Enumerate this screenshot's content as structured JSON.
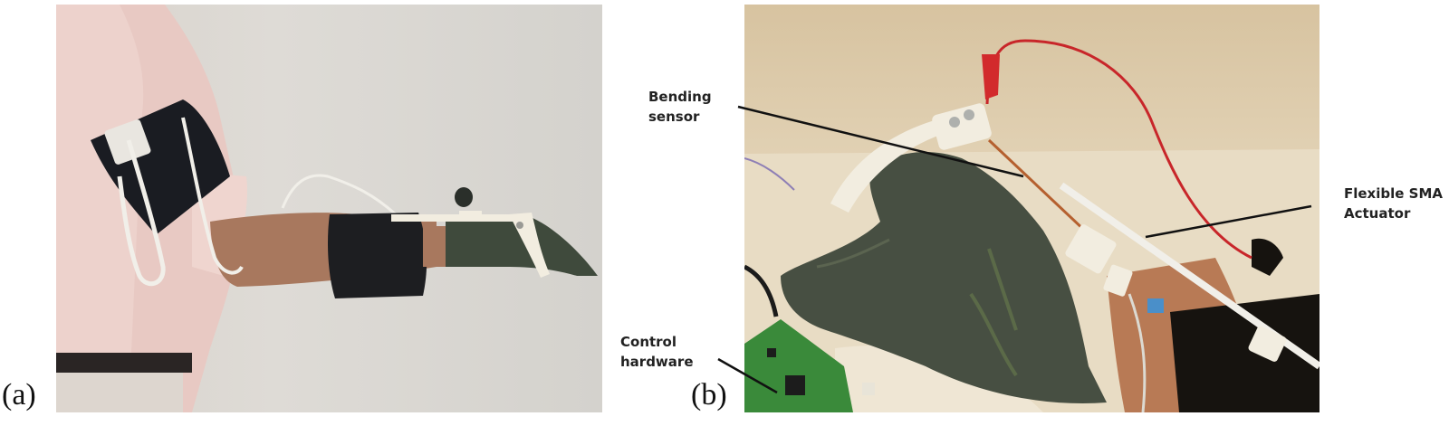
{
  "figure": {
    "panels": [
      {
        "id": "a",
        "caption": "(a)",
        "description": "Person wearing pink shirt with black upper-arm band holding control unit and white cables; forearm in black wrist cuff; dark green glove with white rail brackets on hand"
      },
      {
        "id": "b",
        "caption": "(b)",
        "description": "Close-up of dark green glove with white 3D-printed brackets, red alligator-clip wire, white flexible SMA actuator rod and green control board",
        "callouts": [
          {
            "label": "Bending\nsensor"
          },
          {
            "label": "Flexible SMA\nActuator"
          },
          {
            "label": "Control\nhardware"
          }
        ]
      }
    ]
  },
  "colors": {
    "wall_a": "#dedbd6",
    "shirt": "#e8c9c3",
    "band": "#1a1c22",
    "glove": "#3f4a3c",
    "bracket": "#f2ede0",
    "red_wire": "#c8262a",
    "pcb": "#3a8a3a",
    "wall_b": "#e2d2b5"
  }
}
